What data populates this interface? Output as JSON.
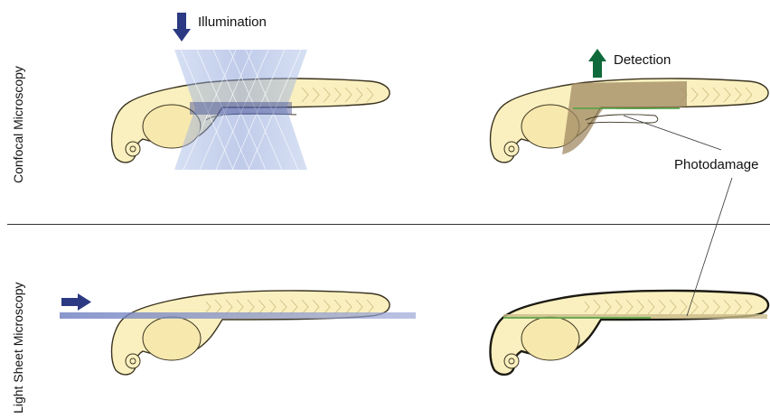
{
  "rows": {
    "confocal": "Confocal Microscopy",
    "light_sheet": "Light Sheet Microscopy"
  },
  "labels": {
    "illumination": "Illumination",
    "detection": "Detection",
    "photodamage": "Photodamage"
  },
  "colors": {
    "embryo_fill": "#faf0bf",
    "embryo_stroke": "#3a3320",
    "illumination_arrow": "#2b3a82",
    "detection_arrow": "#0e6a3a",
    "light_cone": "#9fb4e0",
    "light_sheet": "#6f7fc0",
    "damage": "#a08a63",
    "focal_line": "#4aa340"
  },
  "icons": {
    "illumination_arrow": "arrow-down-icon",
    "detection_arrow": "arrow-up-icon",
    "sheet_arrow": "arrow-right-icon"
  }
}
